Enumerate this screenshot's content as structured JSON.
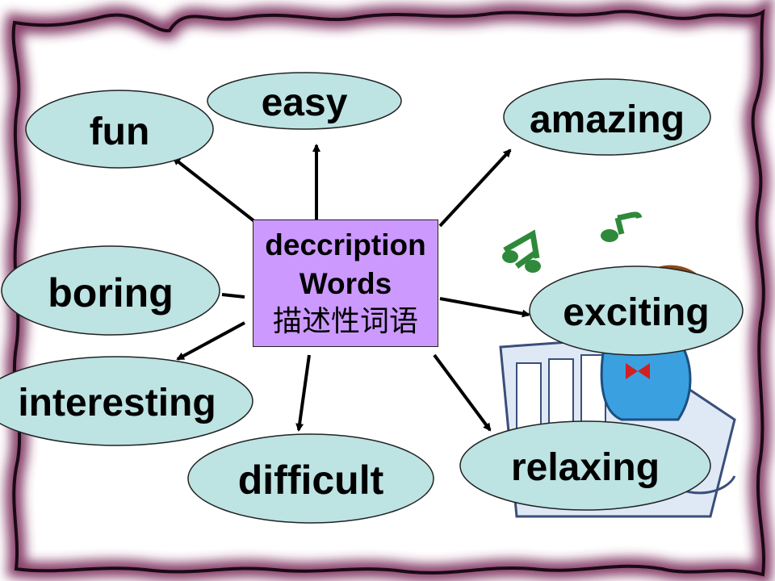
{
  "center": {
    "line1": "deccription",
    "line2": "Words",
    "line3": "描述性词语"
  },
  "words": {
    "fun": "fun",
    "easy": "easy",
    "amazing": "amazing",
    "boring": "boring",
    "interesting": "interesting",
    "difficult": "difficult",
    "exciting": "exciting",
    "relaxing": "relaxing"
  },
  "colors": {
    "ellipse": "#bde3e3",
    "center": "#cc99ff",
    "frame": "#6b1a4a"
  }
}
